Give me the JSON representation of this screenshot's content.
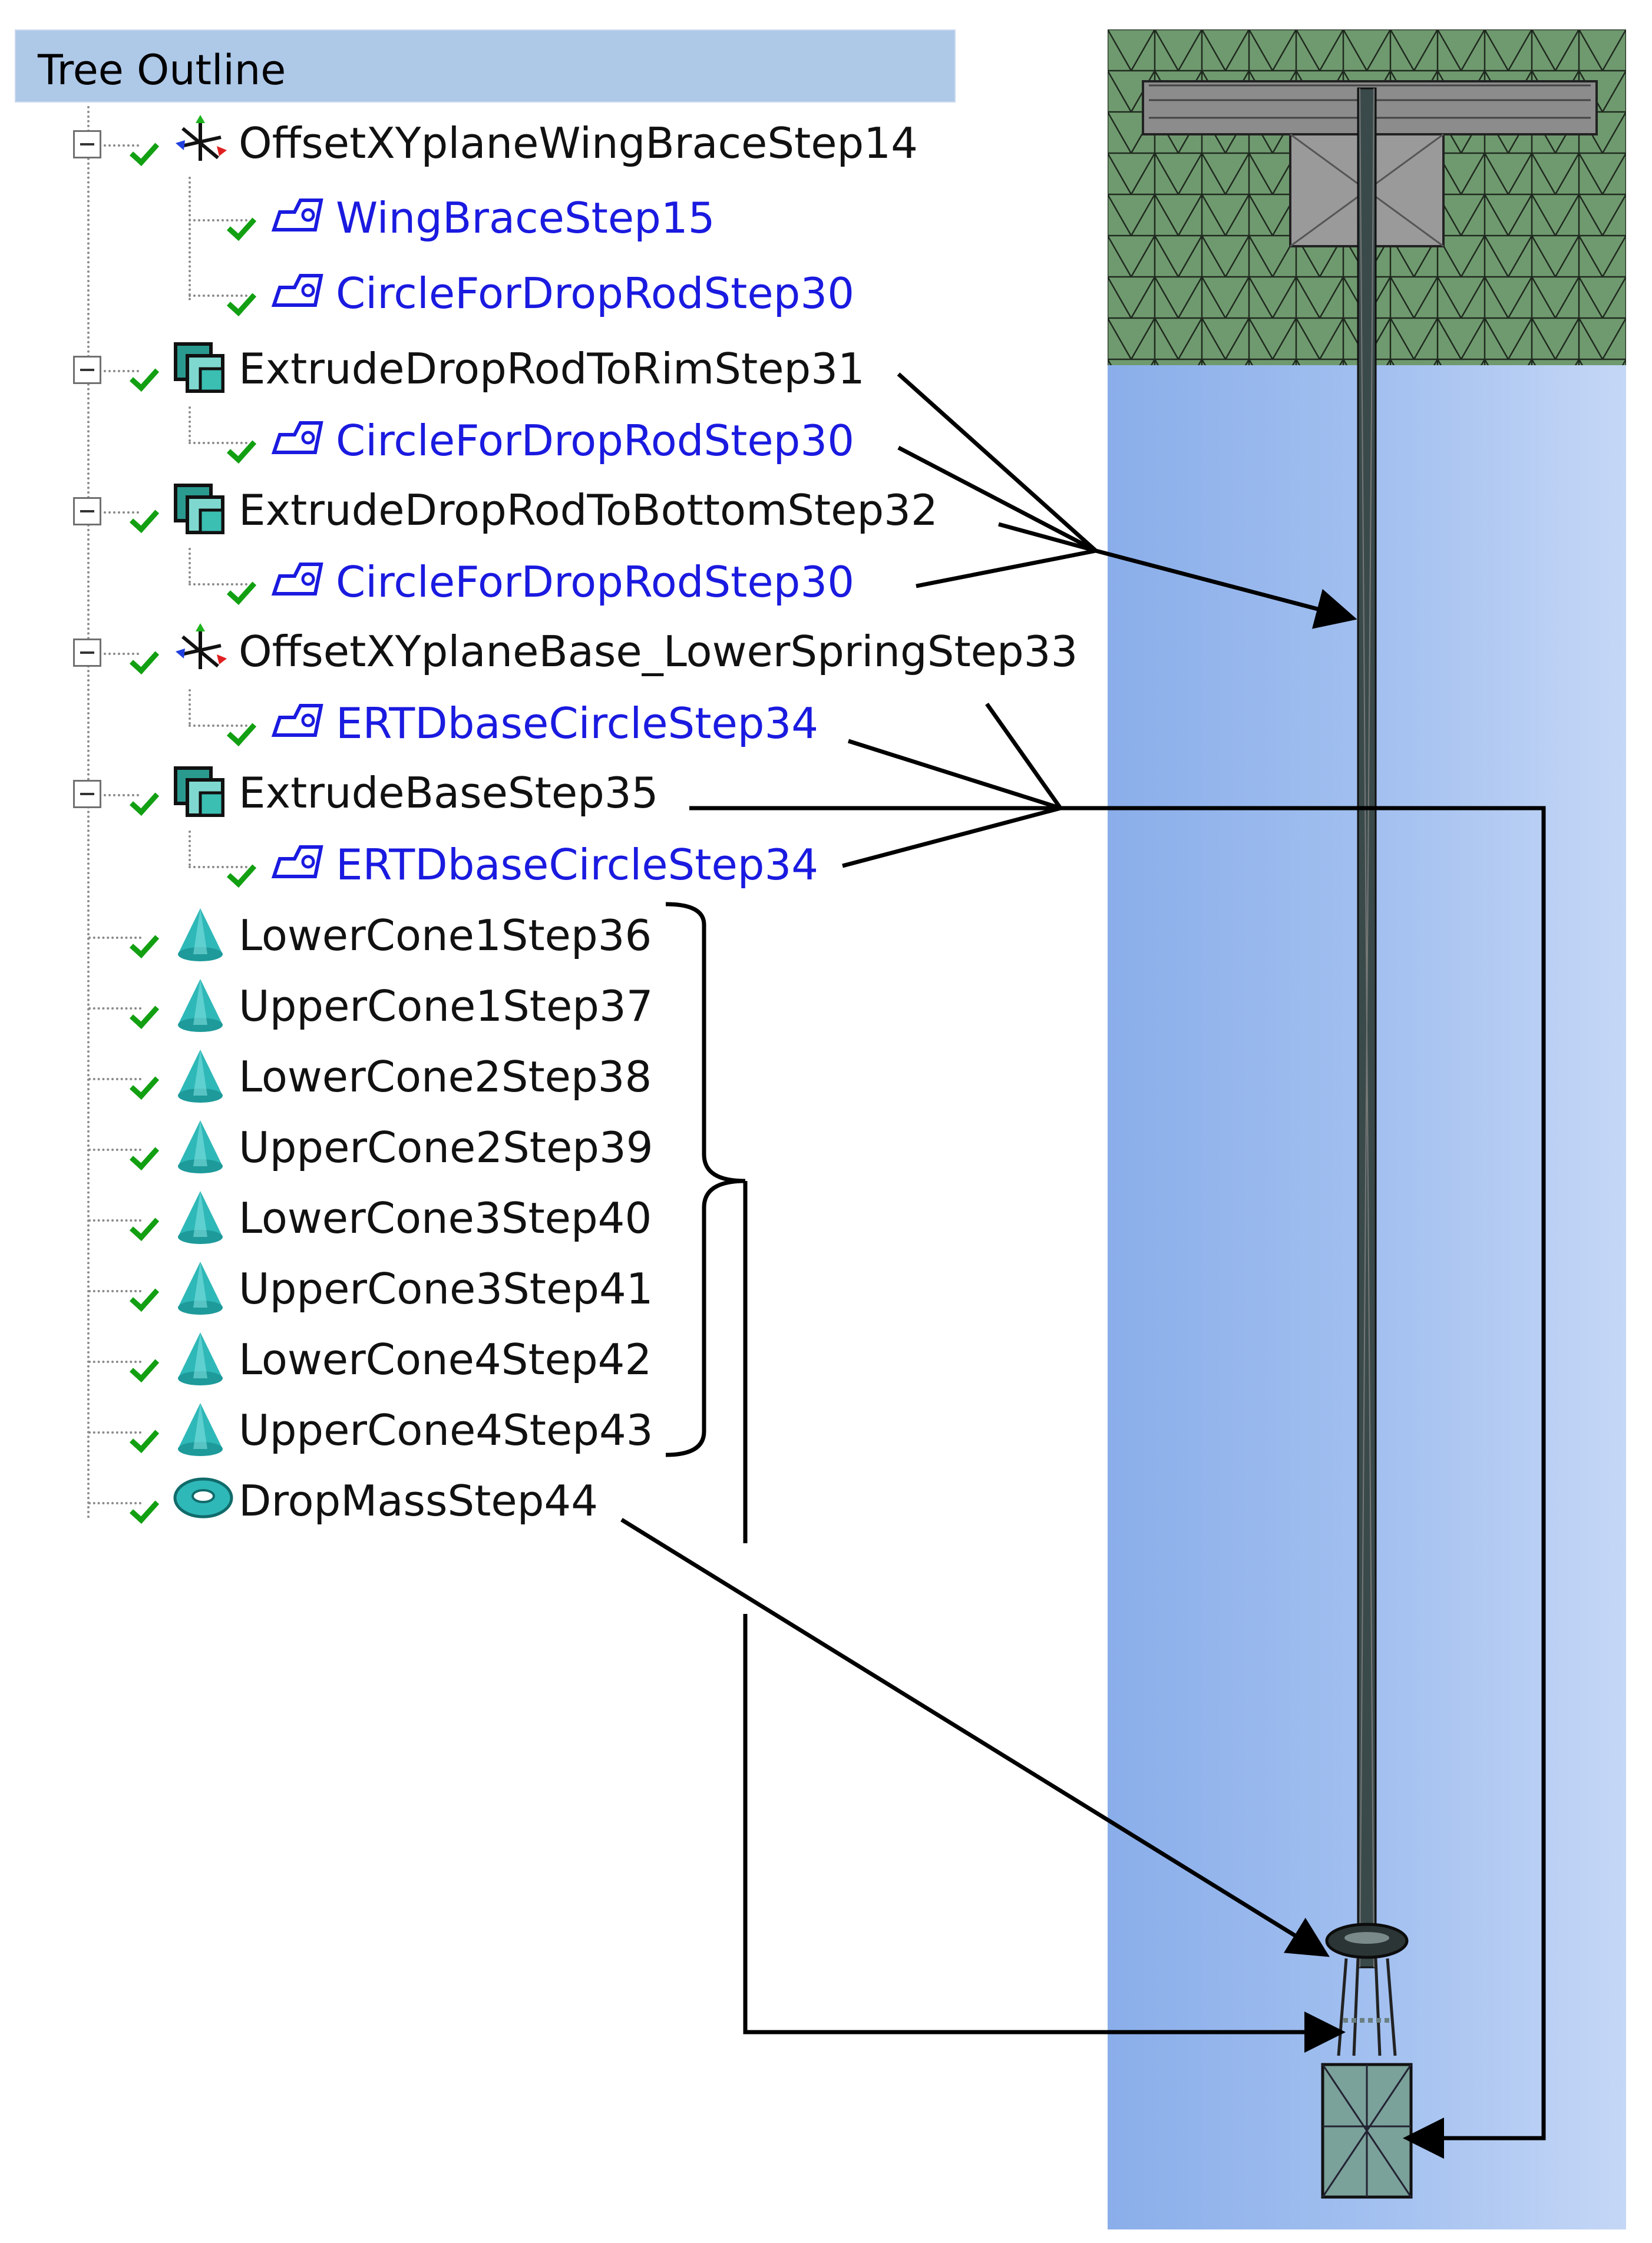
{
  "header": {
    "title": "Tree Outline"
  },
  "tree": {
    "items": [
      {
        "label": "OffsetXYplaneWingBraceStep14",
        "kind": "plane"
      },
      {
        "label": "WingBraceStep15",
        "kind": "sketch"
      },
      {
        "label": "CircleForDropRodStep30",
        "kind": "sketch"
      },
      {
        "label": "ExtrudeDropRodToRimStep31",
        "kind": "extrude"
      },
      {
        "label": "CircleForDropRodStep30",
        "kind": "sketch"
      },
      {
        "label": "ExtrudeDropRodToBottomStep32",
        "kind": "extrude"
      },
      {
        "label": "CircleForDropRodStep30",
        "kind": "sketch"
      },
      {
        "label": "OffsetXYplaneBase_LowerSpringStep33",
        "kind": "plane"
      },
      {
        "label": "ERTDbaseCircleStep34",
        "kind": "sketch"
      },
      {
        "label": "ExtrudeBaseStep35",
        "kind": "extrude"
      },
      {
        "label": "ERTDbaseCircleStep34",
        "kind": "sketch"
      },
      {
        "label": "LowerCone1Step36",
        "kind": "cone"
      },
      {
        "label": "UpperCone1Step37",
        "kind": "cone"
      },
      {
        "label": "LowerCone2Step38",
        "kind": "cone"
      },
      {
        "label": "UpperCone2Step39",
        "kind": "cone"
      },
      {
        "label": "LowerCone3Step40",
        "kind": "cone"
      },
      {
        "label": "UpperCone3Step41",
        "kind": "cone"
      },
      {
        "label": "LowerCone4Step42",
        "kind": "cone"
      },
      {
        "label": "UpperCone4Step43",
        "kind": "cone"
      },
      {
        "label": "DropMassStep44",
        "kind": "torus"
      }
    ]
  },
  "colors": {
    "header_bg": "#aec8e8",
    "sketch_text": "#1a1ae0",
    "check": "#12a012",
    "mesh": "#6f9a6f",
    "viewport_left": "#8aaeea",
    "viewport_right": "#c5d7f6",
    "cone": "#2fb8b8"
  },
  "icons": {
    "plane": "plane-axes-icon",
    "sketch": "sketch-icon",
    "extrude": "extrude-icon",
    "cone": "cone-icon",
    "torus": "torus-icon",
    "check": "checkmark-icon",
    "expander": "collapse-minus-icon"
  }
}
